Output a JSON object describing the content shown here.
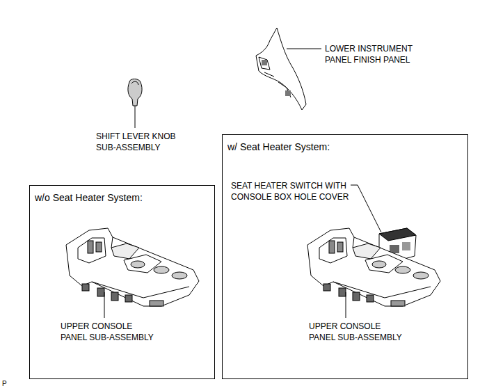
{
  "diagram": {
    "nodes": [
      {
        "text": [
          "w/o Seat Heater System:"
        ]
      },
      {
        "text": [
          "w/ Seat Heater System:"
        ]
      }
    ],
    "labels": [
      "LOWER INSTRUMENT PANEL FINISH PANEL",
      "SHIFT LEVER KNOB SUB-ASSEMBLY",
      "SEAT HEATER SWITCH WITH CONSOLE BOX HOLE COVER",
      "UPPER CONSOLE PANEL SUB-ASSEMBLY",
      "UPPER CONSOLE PANEL SUB-ASSEMBLY",
      "P"
    ]
  }
}
